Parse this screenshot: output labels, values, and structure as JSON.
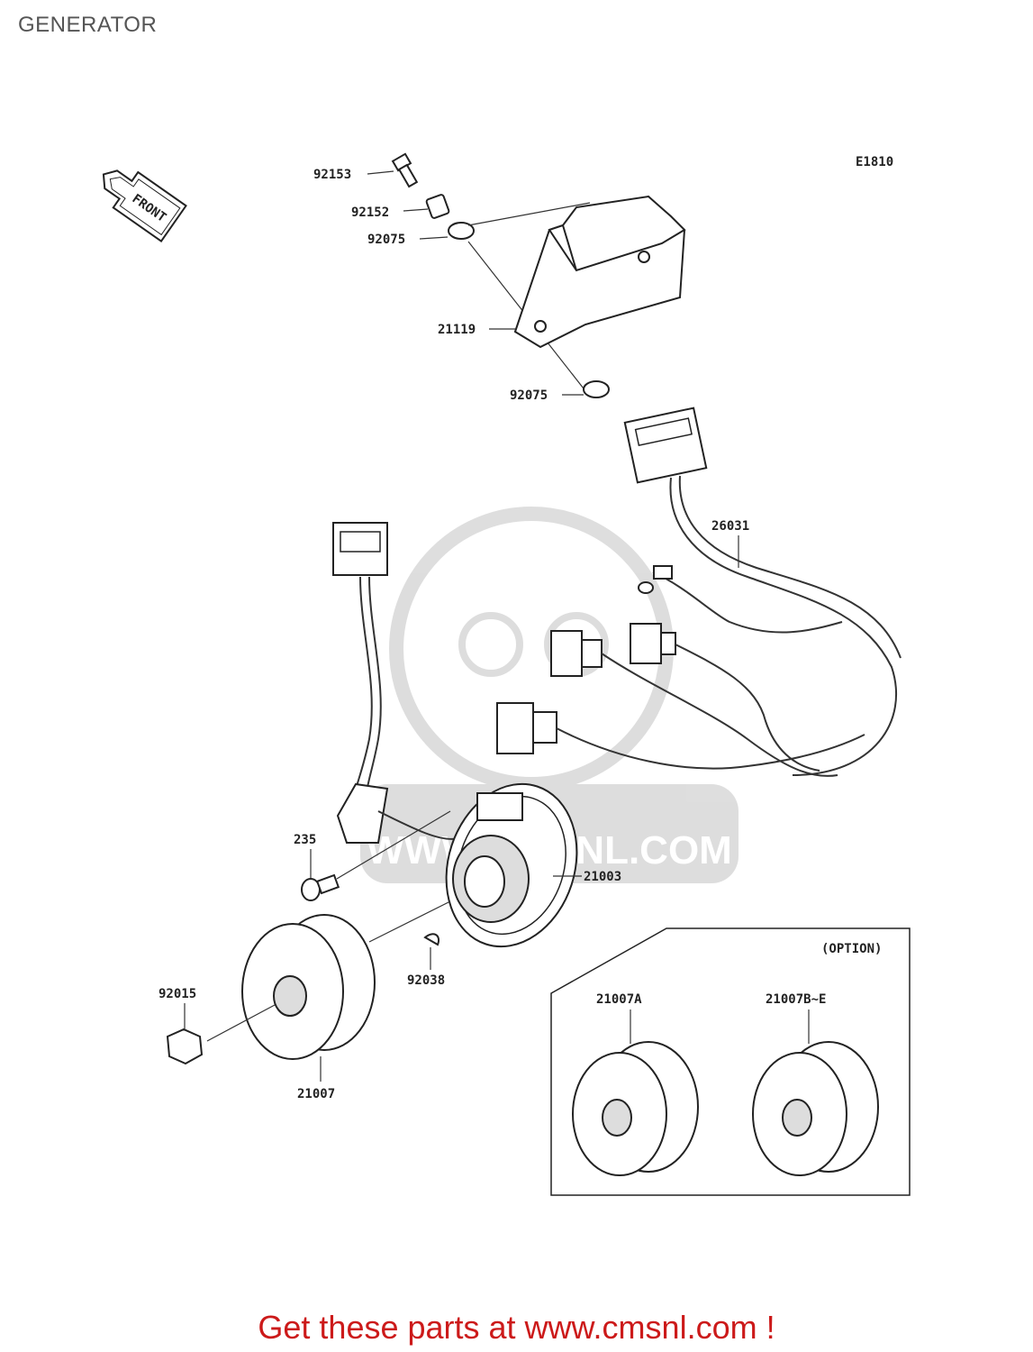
{
  "page": {
    "title": "GENERATOR"
  },
  "diagram": {
    "ref_code": "E1810",
    "front_label": "FRONT",
    "option_label": "(OPTION)",
    "watermark": "WWW.CMSNL.COM",
    "parts": [
      {
        "id": "92153"
      },
      {
        "id": "92152"
      },
      {
        "id": "92075"
      },
      {
        "id": "21119"
      },
      {
        "id": "92075"
      },
      {
        "id": "26031"
      },
      {
        "id": "235"
      },
      {
        "id": "21003"
      },
      {
        "id": "92038"
      },
      {
        "id": "92015"
      },
      {
        "id": "21007"
      },
      {
        "id": "21007A"
      },
      {
        "id": "21007B~E"
      }
    ]
  },
  "footer": {
    "text": "Get these parts at www.cmsnl.com !"
  }
}
